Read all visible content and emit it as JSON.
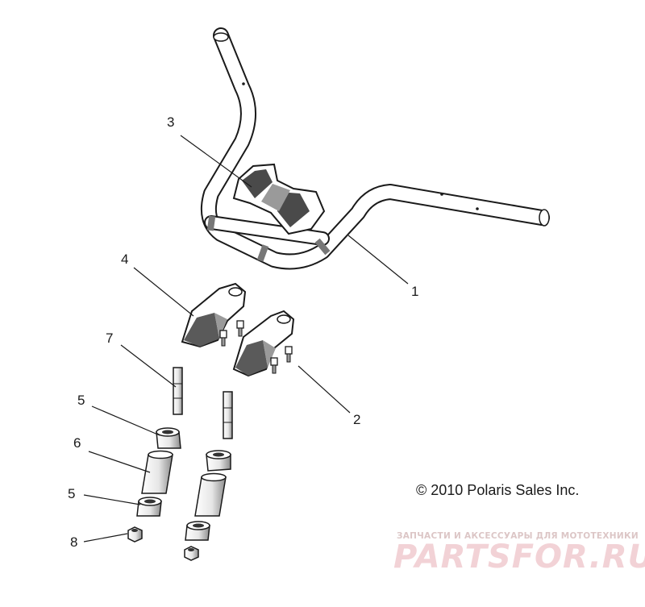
{
  "callouts": [
    {
      "id": "1",
      "label": "1"
    },
    {
      "id": "2",
      "label": "2"
    },
    {
      "id": "3",
      "label": "3"
    },
    {
      "id": "4",
      "label": "4"
    },
    {
      "id": "5a",
      "label": "5"
    },
    {
      "id": "5b",
      "label": "5"
    },
    {
      "id": "6",
      "label": "6"
    },
    {
      "id": "7",
      "label": "7"
    },
    {
      "id": "8",
      "label": "8"
    }
  ],
  "copyright": "© 2010 Polaris Sales Inc.",
  "watermark": {
    "tagline": "ЗАПЧАСТИ И АКСЕССУАРЫ ДЛЯ МОТОТЕХНИКИ",
    "logo": "PARTSFOR.RU"
  },
  "colors": {
    "line": "#1a1a1a",
    "fill": "#ffffff",
    "shade": "#8c8c8c",
    "watermark": "#f2d2d6"
  }
}
